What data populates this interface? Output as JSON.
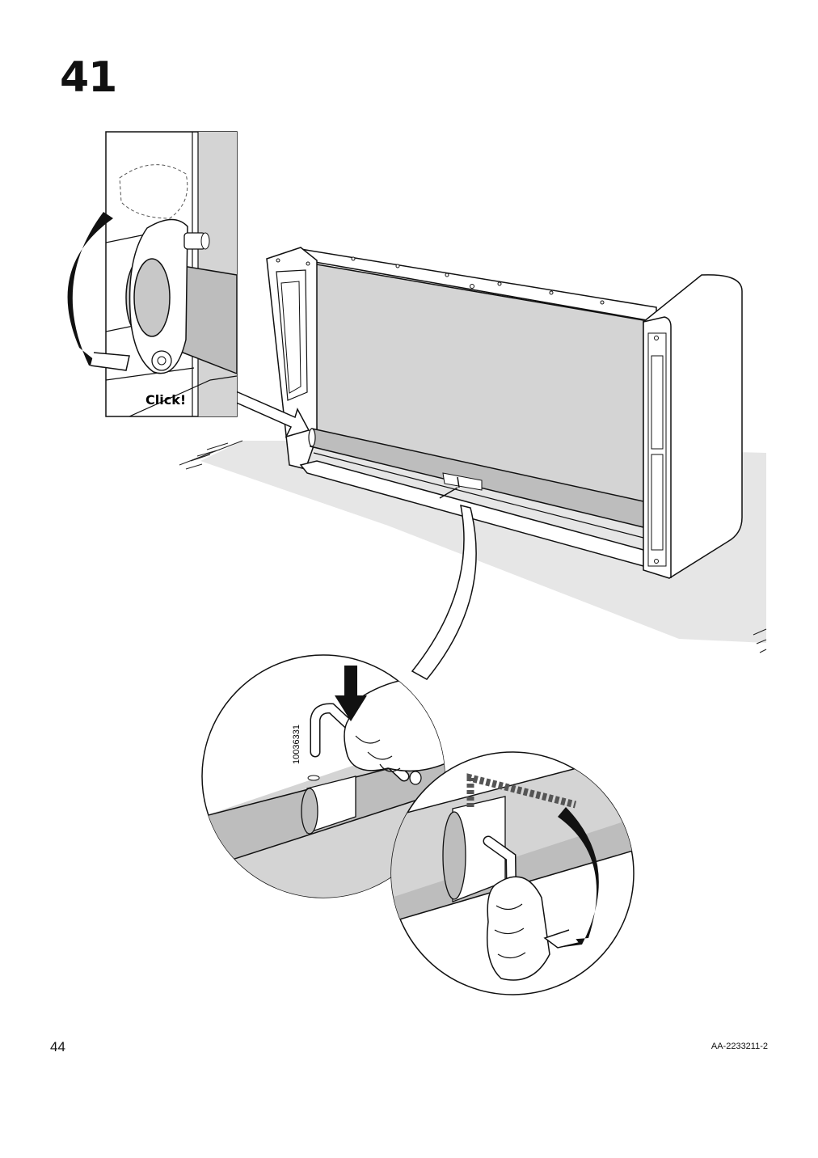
{
  "step": {
    "number": "41"
  },
  "detail_callout": {
    "click_text": "Click!"
  },
  "closeup_1": {
    "part_number": "10036331"
  },
  "footer": {
    "page_number": "44",
    "document_code": "AA-2233211-2"
  }
}
